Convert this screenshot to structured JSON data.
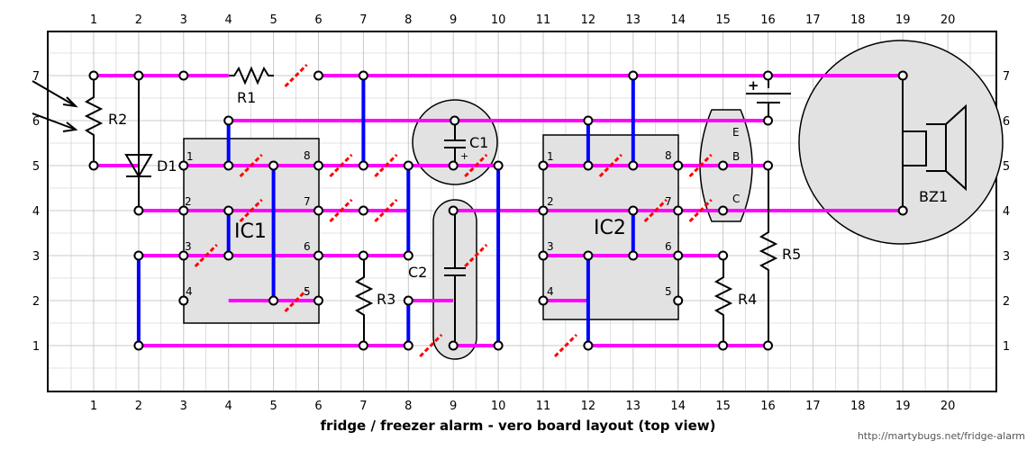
{
  "title": "fridge / freezer alarm - vero board layout (top view)",
  "url": "http://martybugs.net/fridge-alarm",
  "columns": [
    "1",
    "2",
    "3",
    "4",
    "5",
    "6",
    "7",
    "8",
    "9",
    "10",
    "11",
    "12",
    "13",
    "14",
    "15",
    "16",
    "17",
    "18",
    "19",
    "20"
  ],
  "rows": [
    "1",
    "2",
    "3",
    "4",
    "5",
    "6",
    "7"
  ],
  "components": {
    "R1": "R1",
    "R2": "R2",
    "R3": "R3",
    "R4": "R4",
    "R5": "R5",
    "D1": "D1",
    "C1": "C1",
    "C2": "C2",
    "IC1": "IC1",
    "IC2": "IC2",
    "BZ1": "BZ1"
  },
  "ic1_pins": [
    "1",
    "2",
    "3",
    "4",
    "5",
    "6",
    "7",
    "8"
  ],
  "ic2_pins": [
    "1",
    "2",
    "3",
    "4",
    "5",
    "6",
    "7",
    "8"
  ],
  "transistor_pins": [
    "E",
    "B",
    "C"
  ],
  "c1_plus": "+",
  "battery_plus": "+",
  "colors": {
    "track": "#ff00ff",
    "jumper": "#0000ff",
    "cut": "#ff0000",
    "body": "#e2e2e2",
    "grid": "#c8c8c8"
  }
}
